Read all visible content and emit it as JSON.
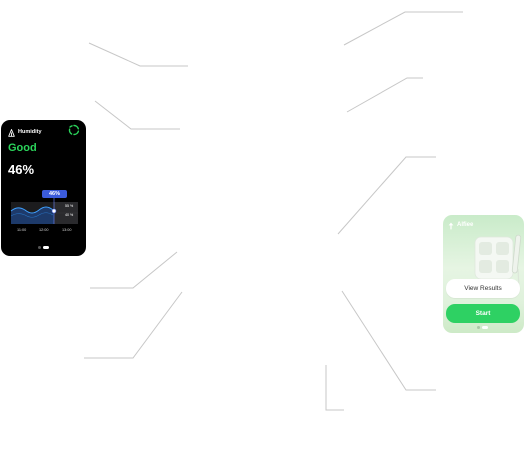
{
  "humidity_screen": {
    "app_icon": "scale-icon",
    "title": "Humidity",
    "refresh_icon": "refresh-icon",
    "status": "Good",
    "value": "46%",
    "current_reading": "46%",
    "band_high_label": "55 %",
    "band_low_label": "40 %",
    "times": [
      "11:00",
      "12:00",
      "13:00"
    ],
    "page_indicator": {
      "pages": 2,
      "active": 2
    },
    "colors": {
      "status": "#2bd45b",
      "wave_fill": "#2456a8",
      "wave_line": "#3fa0ff",
      "pill": "#3b5bdb"
    }
  },
  "alfiee_screen": {
    "app_icon": "scale-icon",
    "title": "Alfiee",
    "illustration": "smart-scale-illustration",
    "view_results_label": "View Results",
    "start_label": "Start",
    "page_indicator": {
      "pages": 2,
      "active": 2
    },
    "colors": {
      "start_button": "#2ed163",
      "background": "#d6efd3"
    }
  }
}
